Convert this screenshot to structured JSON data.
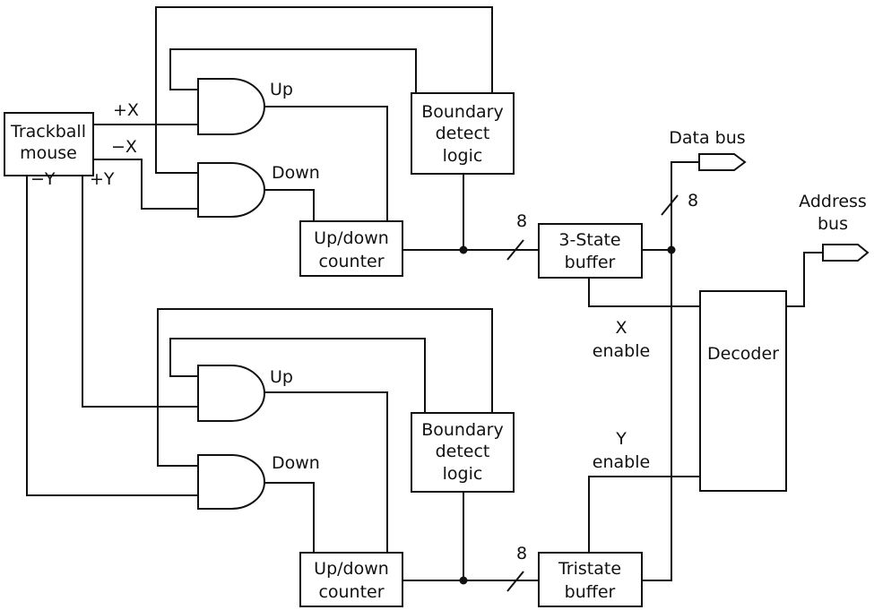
{
  "blocks": {
    "trackball": [
      "Trackball",
      "mouse"
    ],
    "boundary_top": [
      "Boundary",
      "detect",
      "logic"
    ],
    "boundary_bottom": [
      "Boundary",
      "detect",
      "logic"
    ],
    "counter_top": [
      "Up/down",
      "counter"
    ],
    "counter_bottom": [
      "Up/down",
      "counter"
    ],
    "buffer_top": [
      "3-State",
      "buffer"
    ],
    "buffer_bottom": [
      "Tristate",
      "buffer"
    ],
    "decoder": "Decoder"
  },
  "signals": {
    "plus_x": "+X",
    "minus_x": "−X",
    "minus_y": "−Y",
    "plus_y": "+Y",
    "up_top": "Up",
    "down_top": "Down",
    "up_bottom": "Up",
    "down_bottom": "Down",
    "bus_width_top": "8",
    "bus_width_bottom": "8",
    "bus_width_data": "8",
    "x_enable": [
      "X",
      "enable"
    ],
    "y_enable": [
      "Y",
      "enable"
    ],
    "data_bus": "Data bus",
    "address_bus": [
      "Address",
      "bus"
    ]
  }
}
